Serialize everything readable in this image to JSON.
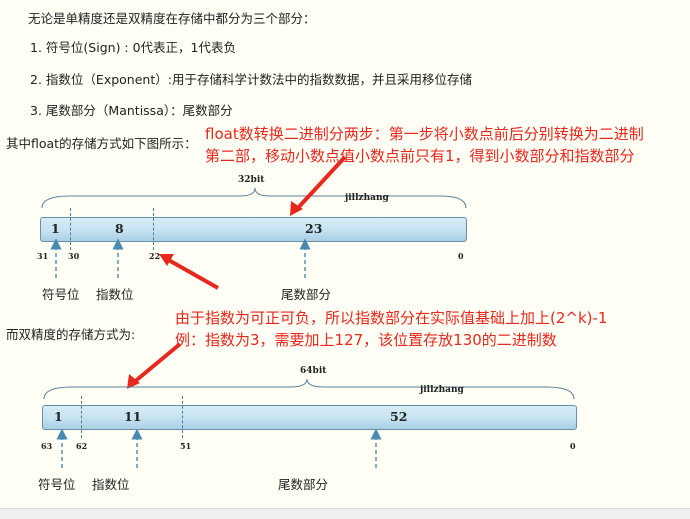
{
  "intro": "无论是单精度还是双精度在存储中都分为三个部分：",
  "list": [
    {
      "num": "1.",
      "text": "符号位(Sign) : 0代表正，1代表负"
    },
    {
      "num": "2.",
      "text": "指数位（Exponent）:用于存储科学计数法中的指数数据，并且采用移位存储"
    },
    {
      "num": "3.",
      "text": "尾数部分（Mantissa）：尾数部分"
    }
  ],
  "float_caption": "其中float的存储方式如下图所示：",
  "annotation1": [
    "float数转换二进制分两步：第一步将小数点前后分别转换为二进制",
    "第二部，移动小数点值小数点前只有1，得到小数部分和指数部分"
  ],
  "float_diagram": {
    "total": "32bit",
    "watermark": "jillzhang",
    "fields": [
      "1",
      "8",
      "23"
    ],
    "bits": [
      "31",
      "30",
      "22",
      "0"
    ],
    "labels": [
      "符号位",
      "指数位",
      "尾数部分"
    ]
  },
  "annotation2": [
    "由于指数为可正可负，所以指数部分在实际值基础上加上(2^k)-1",
    "例：指数为3，需要加上127，该位置存放130的二进制数"
  ],
  "double_caption": "而双精度的存储方式为:",
  "double_diagram": {
    "total": "64bit",
    "watermark": "jillzhang",
    "fields": [
      "1",
      "11",
      "52"
    ],
    "bits": [
      "63",
      "62",
      "51",
      "0"
    ],
    "labels": [
      "符号位",
      "指数位",
      "尾数部分"
    ]
  },
  "colors": {
    "annotation": "#e8271d",
    "bar": "#c5e2f1",
    "arrow": "#e8271d",
    "dash": "#4a8ab0"
  }
}
